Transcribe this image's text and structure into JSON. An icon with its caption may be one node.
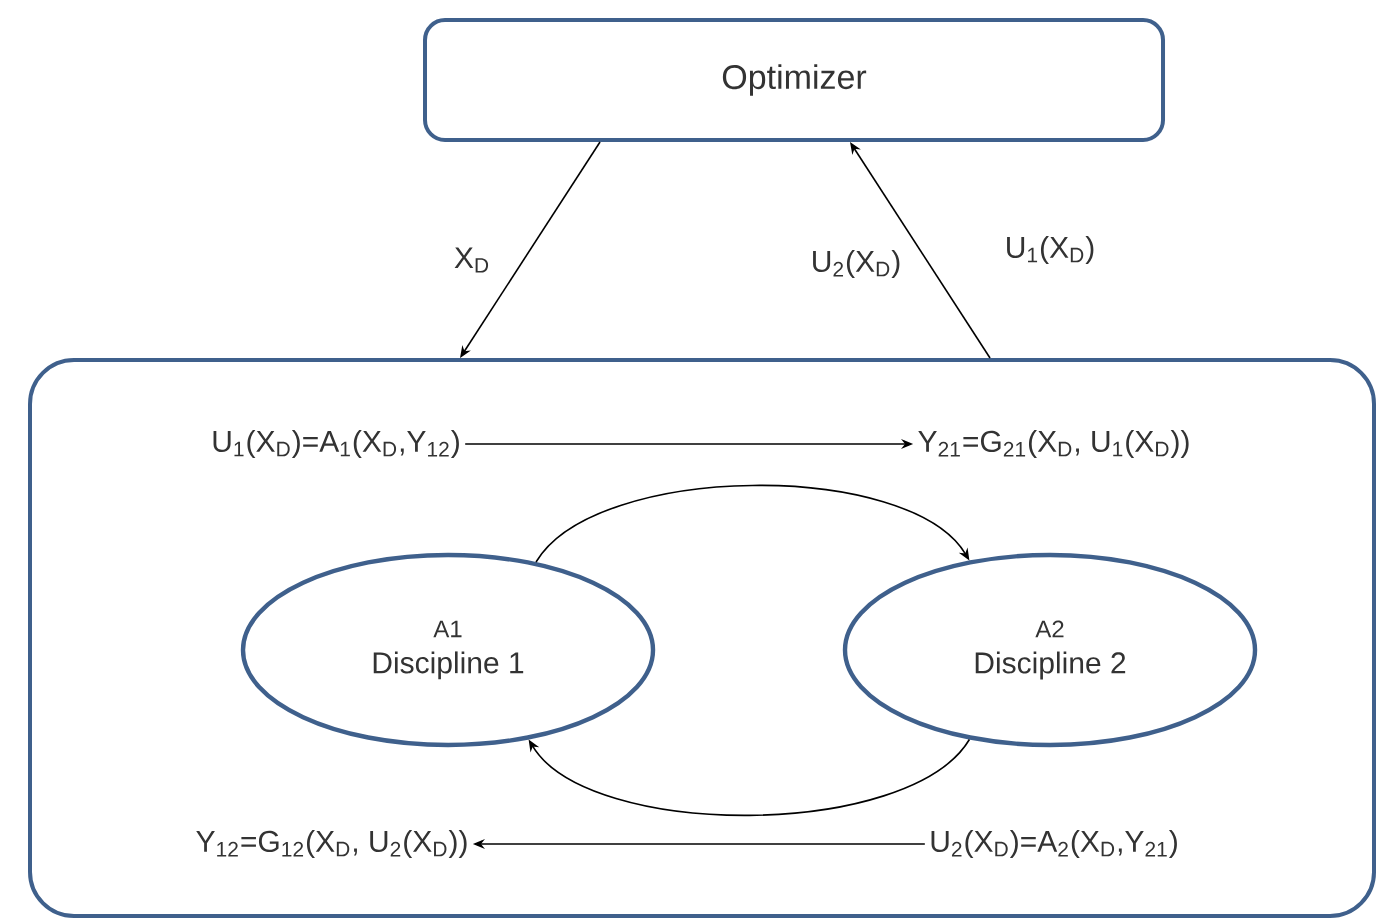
{
  "diagram": {
    "nodes": [
      {
        "text": [
          "Optimizer"
        ]
      },
      {
        "text": [],
        "shape": "box"
      },
      {
        "text": [
          "U$_{1}$(X$_{D}$)=A$_{1}$(X$_{D}$,Y$_{12}$)"
        ],
        "in": 1
      },
      {
        "text": [
          "Y$_{21}$=G$_{21}$(X$_{D}$, U$_{1}$(X$_{D}$))"
        ],
        "in": 1
      },
      {
        "text": [
          "A1",
          "Discipline 1"
        ],
        "in": 1
      },
      {
        "text": [
          "A2",
          "Discipline 2"
        ],
        "in": 1
      },
      {
        "text": [
          "Y$_{12}$=G$_{12}$(X$_{D}$, U$_{2}$(X$_{D}$))"
        ],
        "in": 1
      },
      {
        "text": [
          "U$_{2}$(X$_{D}$)=A$_{2}$(X$_{D}$,Y$_{21}$)"
        ],
        "in": 1
      }
    ],
    "edges": [
      {
        "from": 0,
        "to": 1,
        "arrow": "to",
        "label": "X$_{D}$"
      },
      {
        "from": 1,
        "to": 0,
        "arrow": "to",
        "label": "U$_{2}$(X$_{D}$)"
      },
      {
        "from": 2,
        "to": 3,
        "arrow": "to"
      },
      {
        "from": 4,
        "to": 5,
        "arrow": "to"
      },
      {
        "from": 5,
        "to": 4,
        "arrow": "to"
      },
      {
        "from": 7,
        "to": 6,
        "arrow": "to"
      }
    ],
    "labels": [
      "U$_{1}$(X$_{D}$)"
    ]
  }
}
